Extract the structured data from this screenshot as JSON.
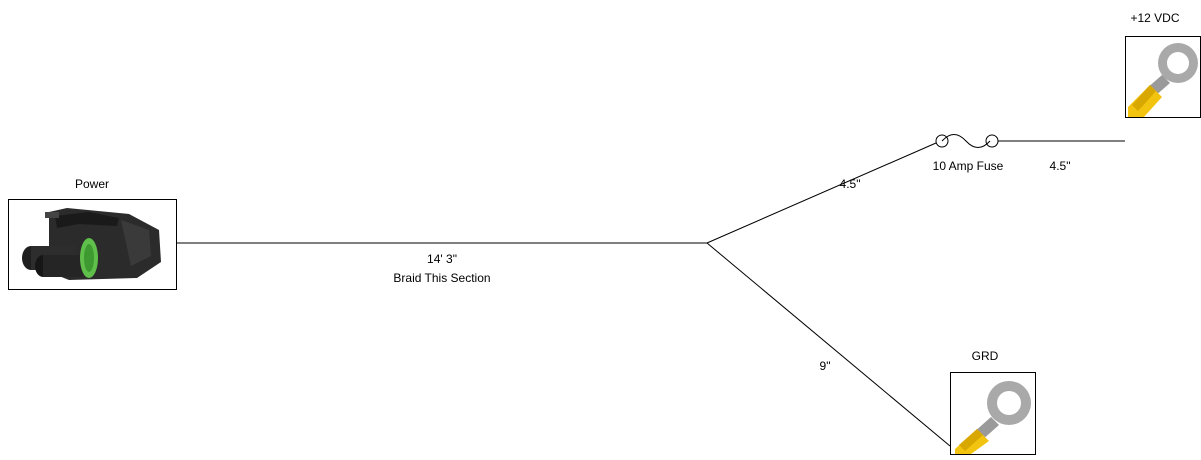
{
  "components": {
    "power": {
      "label": "Power"
    },
    "positive": {
      "label": "+12 VDC"
    },
    "ground": {
      "label": "GRD"
    }
  },
  "fuse": {
    "label": "10 Amp Fuse"
  },
  "segments": {
    "main": {
      "length": "14' 3\"",
      "note": "Braid This Section"
    },
    "to_fuse": {
      "length": "4.5\""
    },
    "fuse_to_positive": {
      "length": "4.5\""
    },
    "to_ground": {
      "length": "9\""
    }
  },
  "colors": {
    "wire": "#000000",
    "connector_body": "#2a2a2a",
    "connector_seal": "#5fbf4a",
    "ring_metal": "#a9a9a9",
    "ring_insulator": "#f2c40f"
  }
}
